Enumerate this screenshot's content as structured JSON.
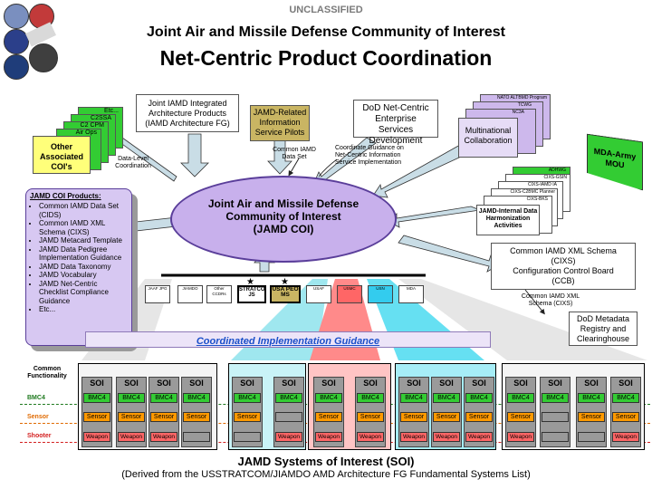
{
  "header": {
    "classification": "UNCLASSIFIED",
    "title": "Joint Air and Missile Defense Community of Interest",
    "subtitle": "Net-Centric Product Coordination"
  },
  "left_stack": {
    "tabs": [
      "Etc...",
      "C2SSA",
      "C2 CPM",
      "Air Ops"
    ],
    "front": "Other Associated COI's"
  },
  "data_level_coordination": "Data-Level Coordination",
  "top_boxes": {
    "architecture": "Joint IAMD Integrated Architecture Products (IAMD Architecture FG)",
    "pilots": "JAMD-Related Information Service Pilots",
    "dod_net": "DoD Net-Centric Enterprise Services Development",
    "common_data_set": "Common IAMD Data Set",
    "coordinate_guidance": "Coordinate Guidance on Net-Centric Information Service Implementation"
  },
  "multinational": {
    "tabs": [
      "NATO ALTBMD Program",
      "TCWG",
      "NC3A"
    ],
    "front": "Multinational Collaboration"
  },
  "mda_army": "MDA-Army MOU",
  "harmonization": {
    "tabs": [
      "ADHWG",
      "CIXS-GSIN",
      "CIXS-IAMD IA",
      "CIXS-C2BMC Planner",
      "CIXS-BKS"
    ],
    "front": "JAMD-Internal Data Harmonization Activities"
  },
  "center": {
    "line1": "Joint Air and Missile Defense",
    "line2": "Community of Interest",
    "line3": "(JAMD COI)"
  },
  "products": {
    "heading": "JAMD COI Products:",
    "items": [
      "Common IAMD Data Set (CIDS)",
      "Common IAMD XML Schema (CIXS)",
      "JAMD Metacard Template",
      "JAMD Data Pedigree Implementation  Guidance",
      "JAMD Data Taxonomy",
      "JAMD Vocabulary",
      "JAMD Net-Centric Checklist Compliance Guidance",
      "Etc..."
    ]
  },
  "ccb": {
    "line1": "Common IAMD XML Schema",
    "line2": "(CIXS)",
    "line3": "Configuration Control Board",
    "line4": "(CCB)"
  },
  "cixs_label": "Common IAMD XML Schema (CIXS)",
  "dod_metadata": "DoD Metadata Registry and Clearinghouse",
  "partners": [
    {
      "label": "JAAF JPG",
      "color": "#ffffff"
    },
    {
      "label": "JIAMDO",
      "color": "#ffffff"
    },
    {
      "label": "Other CCDRs",
      "color": "#ffffff"
    },
    {
      "label": "STRATCOM JS",
      "color": "#ffffff"
    },
    {
      "label": "USA PEO MS",
      "color": "#c9b563"
    },
    {
      "label": "USAF",
      "color": "#ffffff"
    },
    {
      "label": "USMC",
      "color": "#ff6666"
    },
    {
      "label": "USN",
      "color": "#33ccee"
    },
    {
      "label": "MDA",
      "color": "#ffffff"
    }
  ],
  "coordinated_guidance": "Coordinated Implementation Guidance",
  "row_labels": {
    "common": "Common Functionality",
    "bmc4": "BMC4",
    "sensor": "Sensor",
    "shooter": "Shooter"
  },
  "soi": {
    "label": "SOI",
    "bmc4": "BMC4",
    "sensor": "Sensor",
    "weapon": "Weapon"
  },
  "bottom": {
    "title": "JAMD Systems of Interest (SOI)",
    "subtitle": "(Derived from the USSTRATCOM/JIAMDO AMD Architecture FG Fundamental Systems List)"
  },
  "colors": {
    "ellipse": "#c8b0ec",
    "arrow": "#c9dde6",
    "bmc4": "#33cc33",
    "sensor": "#ff9900",
    "weapon": "#ff6666",
    "soi_col": "#9a9a9a",
    "guidance_text": "#1a4fc9"
  }
}
